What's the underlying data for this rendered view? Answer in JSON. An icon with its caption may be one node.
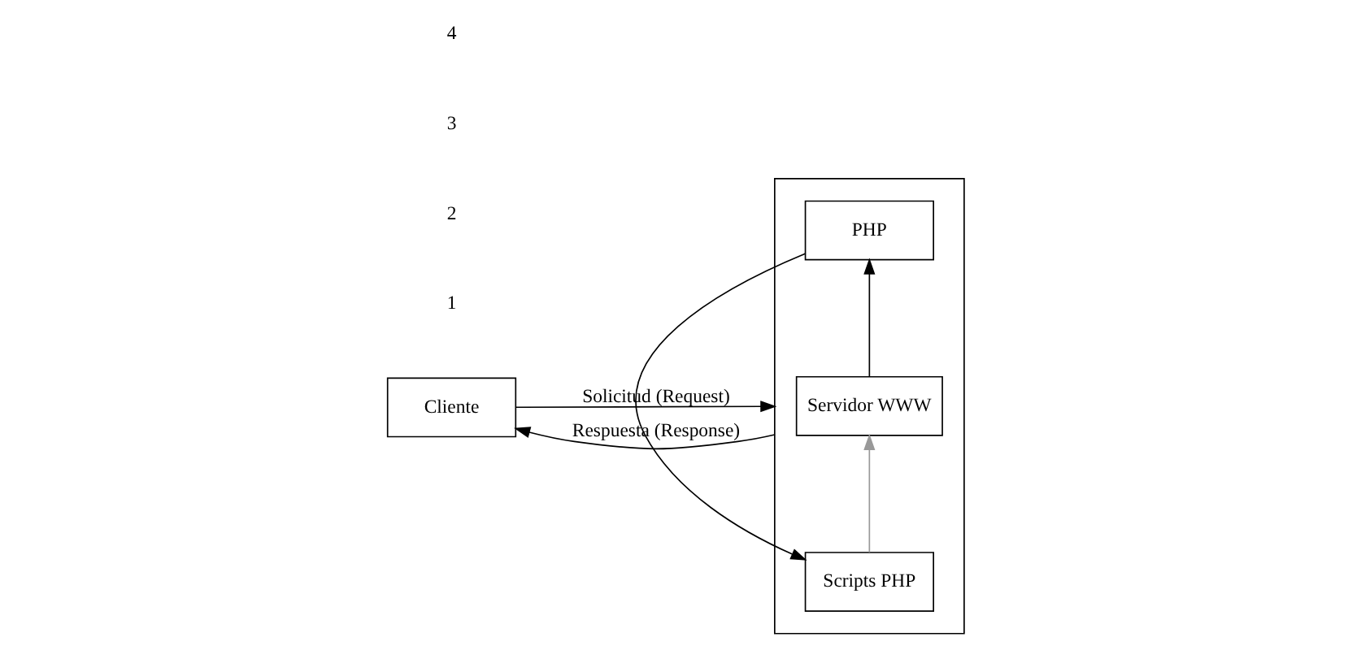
{
  "diagram": {
    "nodes": [
      {
        "text": [
          "Cliente"
        ]
      },
      {
        "text": [],
        "shape": "box"
      },
      {
        "text": [
          "Servidor WWW"
        ],
        "in": 1
      },
      {
        "text": [
          "PHP"
        ],
        "in": 1
      },
      {
        "text": [
          "Scripts PHP"
        ],
        "in": 1
      }
    ],
    "edges": [
      {
        "from": 0,
        "to": 1,
        "arrow": "to",
        "label": "Solicitud (Request)"
      },
      {
        "from": 1,
        "to": 0,
        "arrow": "to",
        "label": "Respuesta (Response)"
      },
      {
        "from": 2,
        "to": 3,
        "arrow": "to"
      },
      {
        "from": 3,
        "to": 4,
        "arrow": "to"
      },
      {
        "from": 4,
        "to": 2,
        "arrow": "to",
        "color": "#999999"
      }
    ],
    "labels": [
      "1",
      "2",
      "3",
      "4"
    ]
  }
}
